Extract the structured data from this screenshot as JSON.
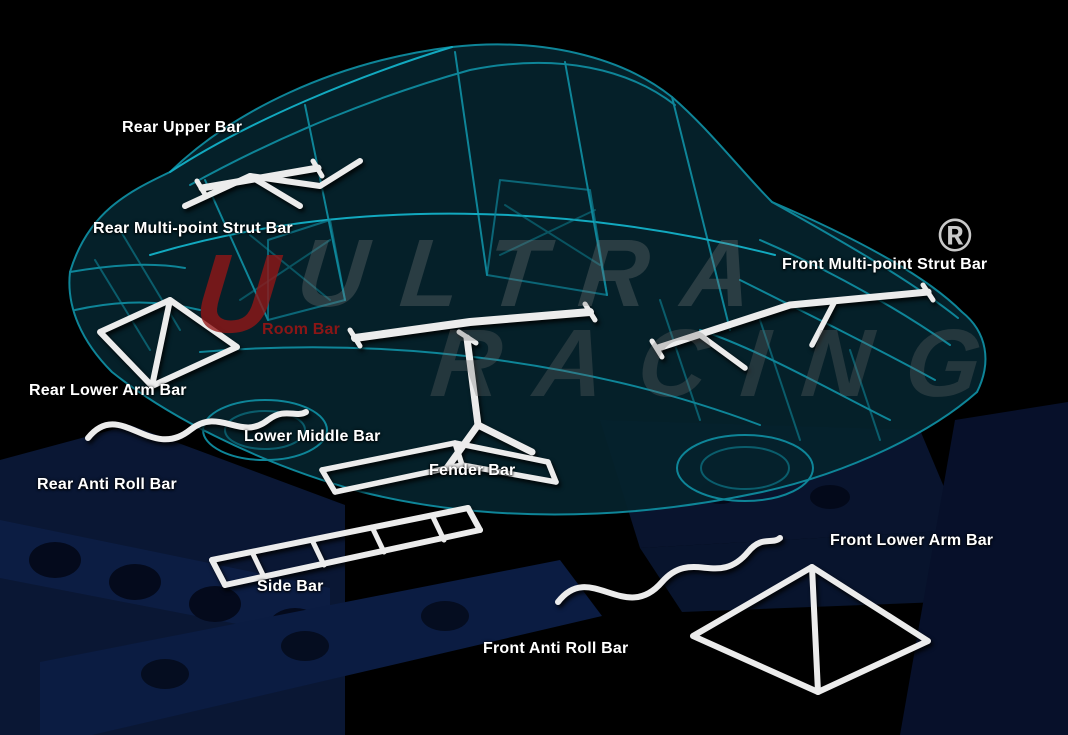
{
  "title": "Ultra Racing chassis strengthening bars diagram",
  "colors": {
    "background": "#000000",
    "car_wireframe": "#0e8598",
    "car_wireframe_highlight": "#12a9bf",
    "bar_white": "#ececec",
    "label_text": "#ffffff",
    "room_bar_label": "#8a1616",
    "platform_navy": "#0a1734",
    "watermark_gray": "#808080",
    "watermark_red": "#941616"
  },
  "watermark": {
    "line1": "ULTRA",
    "line2": "RACING",
    "logo_letter": "U",
    "registered": "®"
  },
  "labels": [
    {
      "id": "rear-upper-bar",
      "text": "Rear Upper Bar"
    },
    {
      "id": "rear-multi-point-strut-bar",
      "text": "Rear Multi-point Strut Bar"
    },
    {
      "id": "room-bar",
      "text": "Room Bar"
    },
    {
      "id": "rear-lower-arm-bar",
      "text": "Rear Lower Arm Bar"
    },
    {
      "id": "lower-middle-bar",
      "text": "Lower Middle Bar"
    },
    {
      "id": "rear-anti-roll-bar",
      "text": "Rear Anti Roll Bar"
    },
    {
      "id": "fender-bar",
      "text": "Fender Bar"
    },
    {
      "id": "side-bar",
      "text": "Side Bar"
    },
    {
      "id": "front-anti-roll-bar",
      "text": "Front Anti Roll Bar"
    },
    {
      "id": "front-multi-point-strut-bar",
      "text": "Front Multi-point Strut Bar"
    },
    {
      "id": "front-lower-arm-bar",
      "text": "Front Lower Arm Bar"
    }
  ]
}
